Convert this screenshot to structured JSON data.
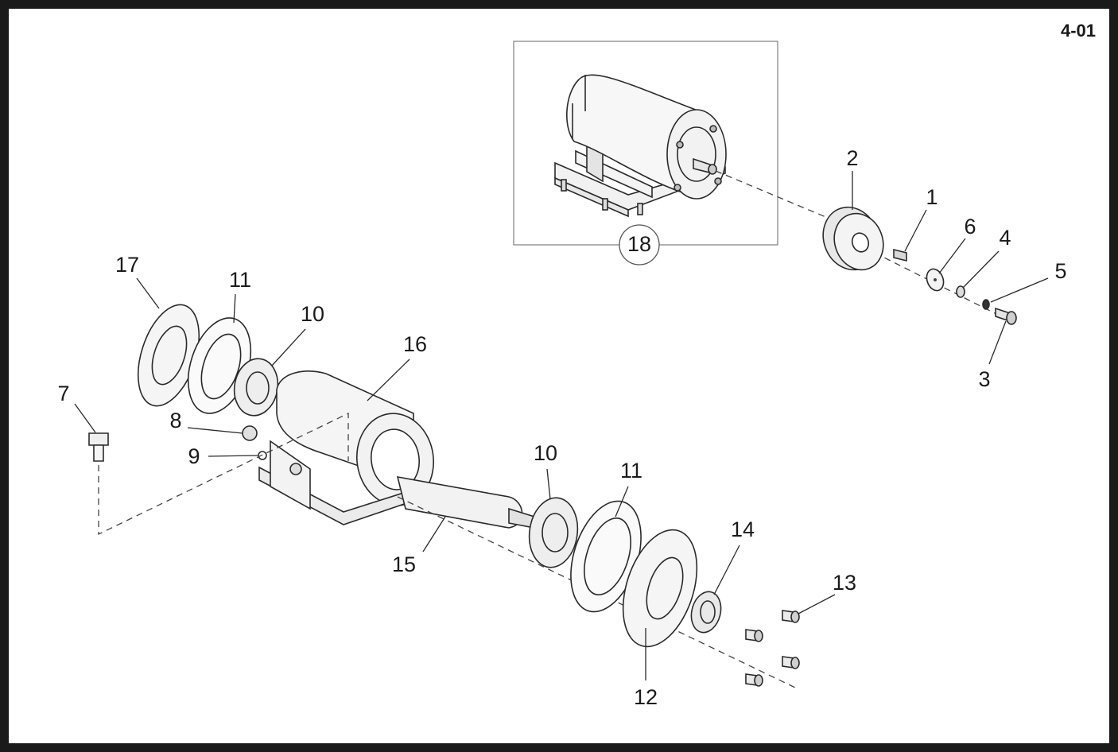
{
  "page_number": "4-01",
  "callouts": [
    {
      "id": "c1",
      "label": "1"
    },
    {
      "id": "c2",
      "label": "2"
    },
    {
      "id": "c3",
      "label": "3"
    },
    {
      "id": "c4",
      "label": "4"
    },
    {
      "id": "c5",
      "label": "5"
    },
    {
      "id": "c6",
      "label": "6"
    },
    {
      "id": "c7",
      "label": "7"
    },
    {
      "id": "c8",
      "label": "8"
    },
    {
      "id": "c9",
      "label": "9"
    },
    {
      "id": "c10a",
      "label": "10"
    },
    {
      "id": "c10b",
      "label": "10"
    },
    {
      "id": "c11a",
      "label": "11"
    },
    {
      "id": "c11b",
      "label": "11"
    },
    {
      "id": "c12",
      "label": "12"
    },
    {
      "id": "c13",
      "label": "13"
    },
    {
      "id": "c14",
      "label": "14"
    },
    {
      "id": "c15",
      "label": "15"
    },
    {
      "id": "c16",
      "label": "16"
    },
    {
      "id": "c17",
      "label": "17"
    },
    {
      "id": "c18",
      "label": "18"
    }
  ]
}
